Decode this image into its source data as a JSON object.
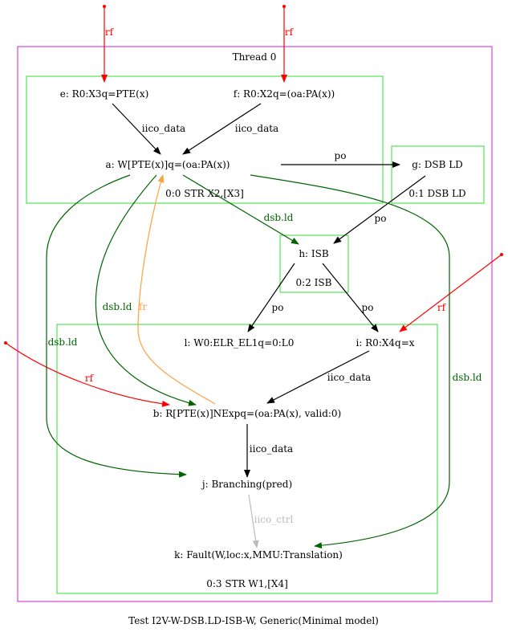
{
  "caption": "Test I2V-W-DSB.LD-ISB-W, Generic(Minimal model)",
  "colors": {
    "thread_border": "#cc22cc",
    "cluster_border": "#33dd33",
    "po_edge": "#000000",
    "iico_edge": "#000000",
    "dsb_edge": "#006400",
    "rf_edge": "#ff0000",
    "fr_edge": "#ffa040",
    "iico_ctrl_edge": "#bbbbbb"
  },
  "thread": {
    "label": "Thread 0"
  },
  "clusters": [
    {
      "id": "c0",
      "label": "0:0 STR X2,[X3]"
    },
    {
      "id": "c1",
      "label": "0:1 DSB LD"
    },
    {
      "id": "c2",
      "label": "0:2 ISB"
    },
    {
      "id": "c3",
      "label": "0:3 STR W1,[X4]"
    }
  ],
  "nodes": [
    {
      "id": "e",
      "label": "e: R0:X3q=PTE(x)"
    },
    {
      "id": "f",
      "label": "f: R0:X2q=(oa:PA(x))"
    },
    {
      "id": "a",
      "label": "a: W[PTE(x)]q=(oa:PA(x))"
    },
    {
      "id": "g",
      "label": "g: DSB LD"
    },
    {
      "id": "h",
      "label": "h: ISB"
    },
    {
      "id": "l",
      "label": "l: W0:ELR_EL1q=0:L0"
    },
    {
      "id": "i",
      "label": "i: R0:X4q=x"
    },
    {
      "id": "b",
      "label": "b: R[PTE(x)]NExpq=(oa:PA(x), valid:0)"
    },
    {
      "id": "j",
      "label": "j: Branching(pred)"
    },
    {
      "id": "k",
      "label": "k: Fault(W,loc:x,MMU:Translation)"
    }
  ],
  "edges": [
    {
      "id": "rf-e",
      "label": "rf",
      "kind": "rf"
    },
    {
      "id": "rf-f",
      "label": "rf",
      "kind": "rf"
    },
    {
      "id": "e-a",
      "label": "iico_data",
      "kind": "iico"
    },
    {
      "id": "f-a",
      "label": "iico_data",
      "kind": "iico"
    },
    {
      "id": "a-g",
      "label": "po",
      "kind": "po"
    },
    {
      "id": "g-h",
      "label": "po",
      "kind": "po"
    },
    {
      "id": "a-h",
      "label": "dsb.ld",
      "kind": "dsb"
    },
    {
      "id": "h-l",
      "label": "po",
      "kind": "po"
    },
    {
      "id": "h-i",
      "label": "po",
      "kind": "po"
    },
    {
      "id": "rf-i",
      "label": "rf",
      "kind": "rf"
    },
    {
      "id": "rf-b",
      "label": "rf",
      "kind": "rf"
    },
    {
      "id": "i-b",
      "label": "iico_data",
      "kind": "iico"
    },
    {
      "id": "a-b",
      "label": "dsb.ld",
      "kind": "dsb"
    },
    {
      "id": "b-a",
      "label": "fr",
      "kind": "fr"
    },
    {
      "id": "b-j",
      "label": "iico_data",
      "kind": "iico"
    },
    {
      "id": "a-j",
      "label": "dsb.ld",
      "kind": "dsb"
    },
    {
      "id": "a-k",
      "label": "dsb.ld",
      "kind": "dsb"
    },
    {
      "id": "j-k",
      "label": "iico_ctrl",
      "kind": "iico_ctrl"
    }
  ]
}
